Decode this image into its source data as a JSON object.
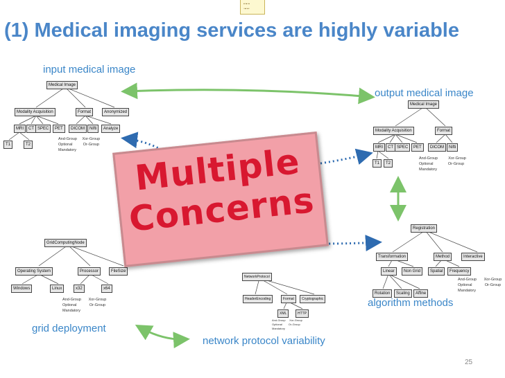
{
  "title": "(1) Medical imaging services are highly variable",
  "labels": {
    "input": "input medical image",
    "output": "output medical image",
    "grid": "grid deployment",
    "network": "network protocol variability",
    "algorithm": "algorithm  methods"
  },
  "stamp": {
    "line1": "Multiple",
    "line2": "Concerns"
  },
  "page_number": "25",
  "legend": {
    "and": "And-Group",
    "xor": "Xor-Group",
    "or": "Or-Group",
    "optional": "Optional",
    "mandatory": "Mandatory"
  },
  "input_model": {
    "root": "Medical Image",
    "modality": "Modality Acquisition",
    "format": "Format",
    "anonymized": "Anonymized",
    "mri": "MRI",
    "ct": "CT",
    "spec": "SPEC",
    "pet": "PET",
    "dicom": "DICOM",
    "nifti": "Nifti",
    "analyze": "Analyze",
    "t1": "T1",
    "t2": "T2"
  },
  "output_model": {
    "root": "Medical Image",
    "modality": "Modality Acquisition",
    "format": "Format",
    "mri": "MRI",
    "ct": "CT",
    "spec": "SPEC",
    "pet": "PET",
    "dicom": "DICOM",
    "nifti": "Nifti",
    "t1": "T1",
    "t2": "T2"
  },
  "grid_model": {
    "root": "GridComputingNode",
    "os": "Operating System",
    "processor": "Processor",
    "filesize": "FileSize",
    "windows": "Windows",
    "linux": "Linux",
    "x32": "x32",
    "x64": "x64"
  },
  "network_model": {
    "root": "NetworkProtocol",
    "header": "HeaderEncoding",
    "format": "Format",
    "crypto": "Cryptographic",
    "xml": "XML",
    "http": "HTTP"
  },
  "registration_model": {
    "root": "Registration",
    "transformation": "Transformation",
    "method": "Method",
    "interactive": "Interactive",
    "linear": "Linear",
    "nongrid": "Non Grid",
    "spatial": "Spatial",
    "frequency": "Frequency",
    "rotation": "Rotation",
    "scaling": "Scaling",
    "affine": "Affine"
  }
}
